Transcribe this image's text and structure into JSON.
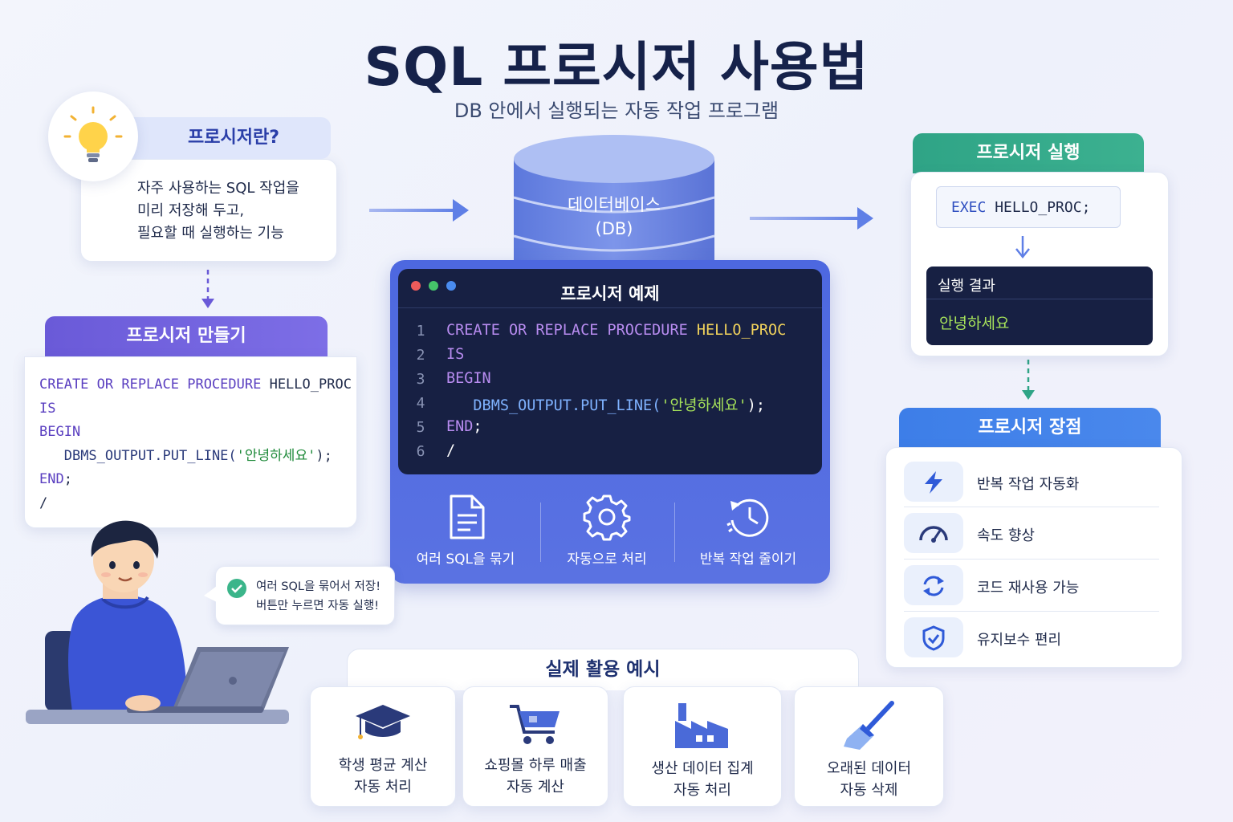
{
  "title": "SQL 프로시저 사용법",
  "subtitle": "DB 안에서 실행되는 자동 작업 프로그램",
  "what": {
    "heading": "프로시저란?",
    "lines": [
      "자주 사용하는 SQL 작업을",
      "미리 저장해 두고,",
      "필요할 때 실행하는 기능"
    ]
  },
  "create": {
    "heading": "프로시저 만들기",
    "code": [
      {
        "kw": "CREATE OR REPLACE PROCEDURE",
        "rest": " HELLO_PROC"
      },
      {
        "kw": "IS",
        "rest": ""
      },
      {
        "kw": "BEGIN",
        "rest": ""
      },
      {
        "indent": "   ",
        "fn": "DBMS_OUTPUT.PUT_LINE(",
        "str": "'안녕하세요'",
        "end": ");"
      },
      {
        "kw": "END",
        "rest": ";"
      },
      {
        "kw": "",
        "rest": "/"
      }
    ]
  },
  "db": {
    "line1": "데이터베이스",
    "line2": "(DB)"
  },
  "example": {
    "title": "프로시저 예제",
    "line_numbers": [
      "1",
      "2",
      "3",
      "4",
      "5",
      "6"
    ],
    "lines": [
      {
        "kw": "CREATE OR REPLACE PROCEDURE",
        "name": " HELLO_PROC"
      },
      {
        "kw": "IS"
      },
      {
        "kw": "BEGIN"
      },
      {
        "indent": "   ",
        "fn": "DBMS_OUTPUT.PUT_LINE(",
        "str": "'안녕하세요'",
        "end": ");"
      },
      {
        "kw": "END",
        "end": ";"
      },
      {
        "plain": "/"
      }
    ],
    "features": [
      {
        "label": "여러 SQL을 묶기",
        "icon": "document-icon"
      },
      {
        "label": "자동으로 처리",
        "icon": "gear-icon"
      },
      {
        "label": "반복 작업 줄이기",
        "icon": "clock-refresh-icon"
      }
    ]
  },
  "exec": {
    "heading": "프로시저 실행",
    "cmd_kw": "EXEC",
    "cmd_rest": " HELLO_PROC;",
    "result_label": "실행 결과",
    "result_value": "안녕하세요"
  },
  "advantages": {
    "heading": "프로시저 장점",
    "items": [
      {
        "label": "반복 작업 자동화",
        "icon": "lightning-icon"
      },
      {
        "label": "속도 향상",
        "icon": "speedometer-icon"
      },
      {
        "label": "코드 재사용 가능",
        "icon": "refresh-icon"
      },
      {
        "label": "유지보수 편리",
        "icon": "shield-check-icon"
      }
    ]
  },
  "bubble": {
    "line1": "여러 SQL을 묶어서 저장!",
    "line2": "버튼만 누르면 자동 실행!"
  },
  "usage": {
    "heading": "실제 활용 예시",
    "items": [
      {
        "line1": "학생 평균 계산",
        "line2": "자동 처리",
        "icon": "graduation-cap-icon"
      },
      {
        "line1": "쇼핑몰 하루 매출",
        "line2": "자동 계산",
        "icon": "shopping-cart-icon"
      },
      {
        "line1": "생산 데이터 집계",
        "line2": "자동 처리",
        "icon": "factory-icon"
      },
      {
        "line1": "오래된 데이터",
        "line2": "자동 삭제",
        "icon": "broom-icon"
      }
    ]
  },
  "colors": {
    "keyword": "#b88cf0",
    "name": "#f2d35c",
    "string": "#a6e25a",
    "fn": "#7fb2ff",
    "create_keyword": "#5a3fc0"
  }
}
